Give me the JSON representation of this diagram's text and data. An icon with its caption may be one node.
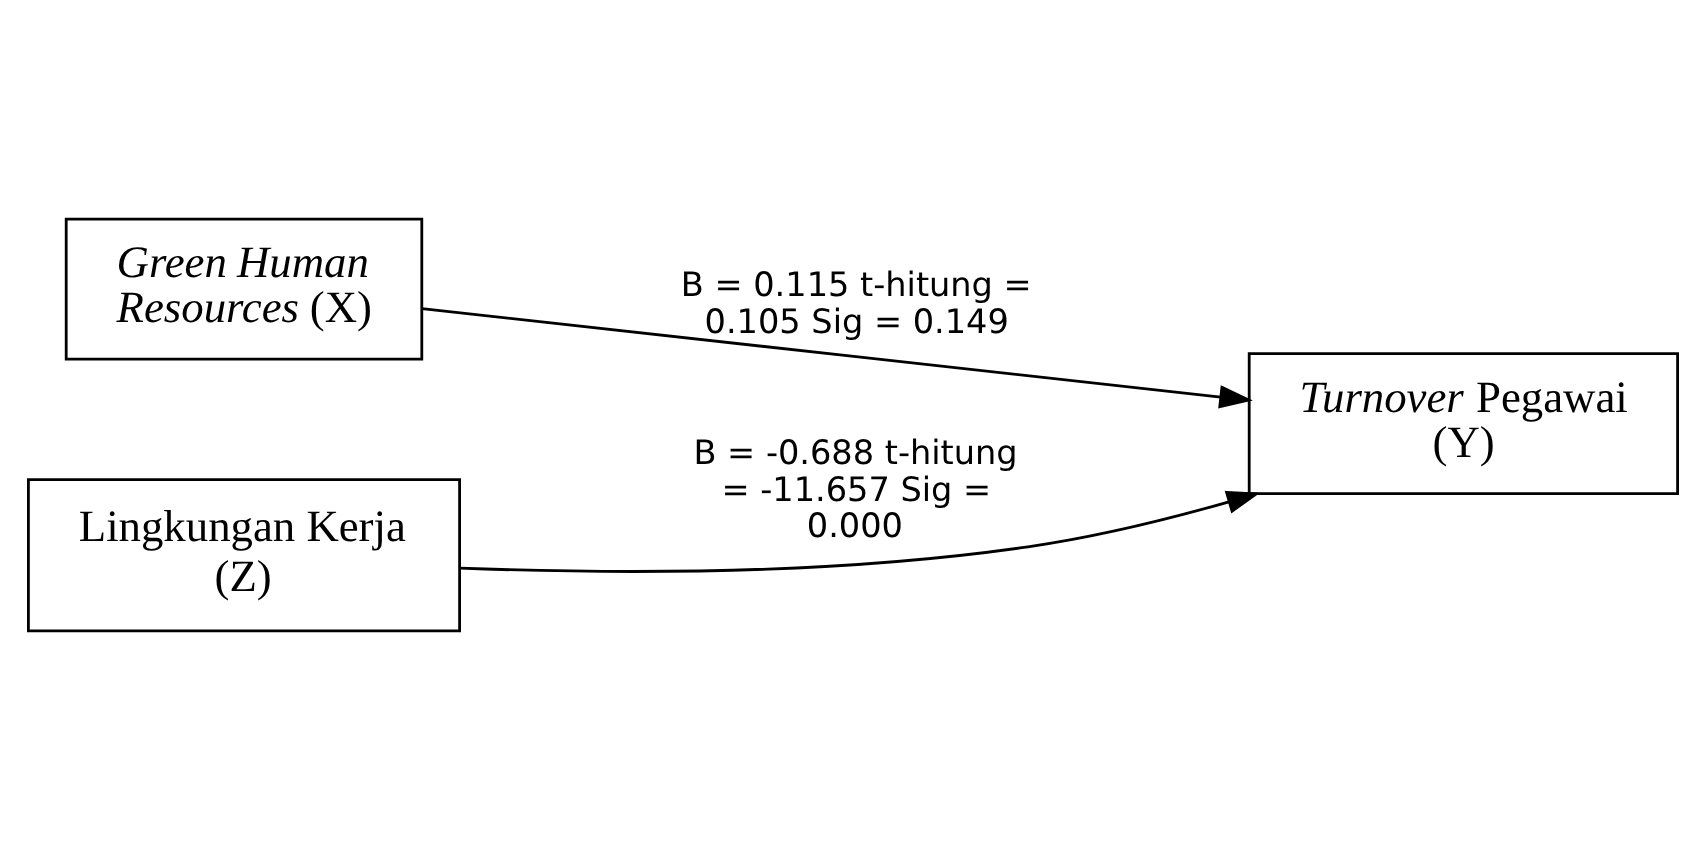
{
  "diagram": {
    "nodes": [
      {
        "text": [
          "*Green Human Resources* (X)"
        ]
      },
      {
        "text": [
          "Lingkungan Kerja (Z)"
        ]
      },
      {
        "text": [
          "*Turnover* Pegawai (Y)"
        ]
      }
    ],
    "edges": [
      {
        "from": 0,
        "to": 2,
        "arrow": "to",
        "label": "B = 0.115 t-hitung = 0.105 Sig = 0.149"
      },
      {
        "from": 1,
        "to": 2,
        "arrow": "to",
        "label": "B = -0.688 t-hitung = -11.657 Sig = 0.000"
      }
    ]
  }
}
